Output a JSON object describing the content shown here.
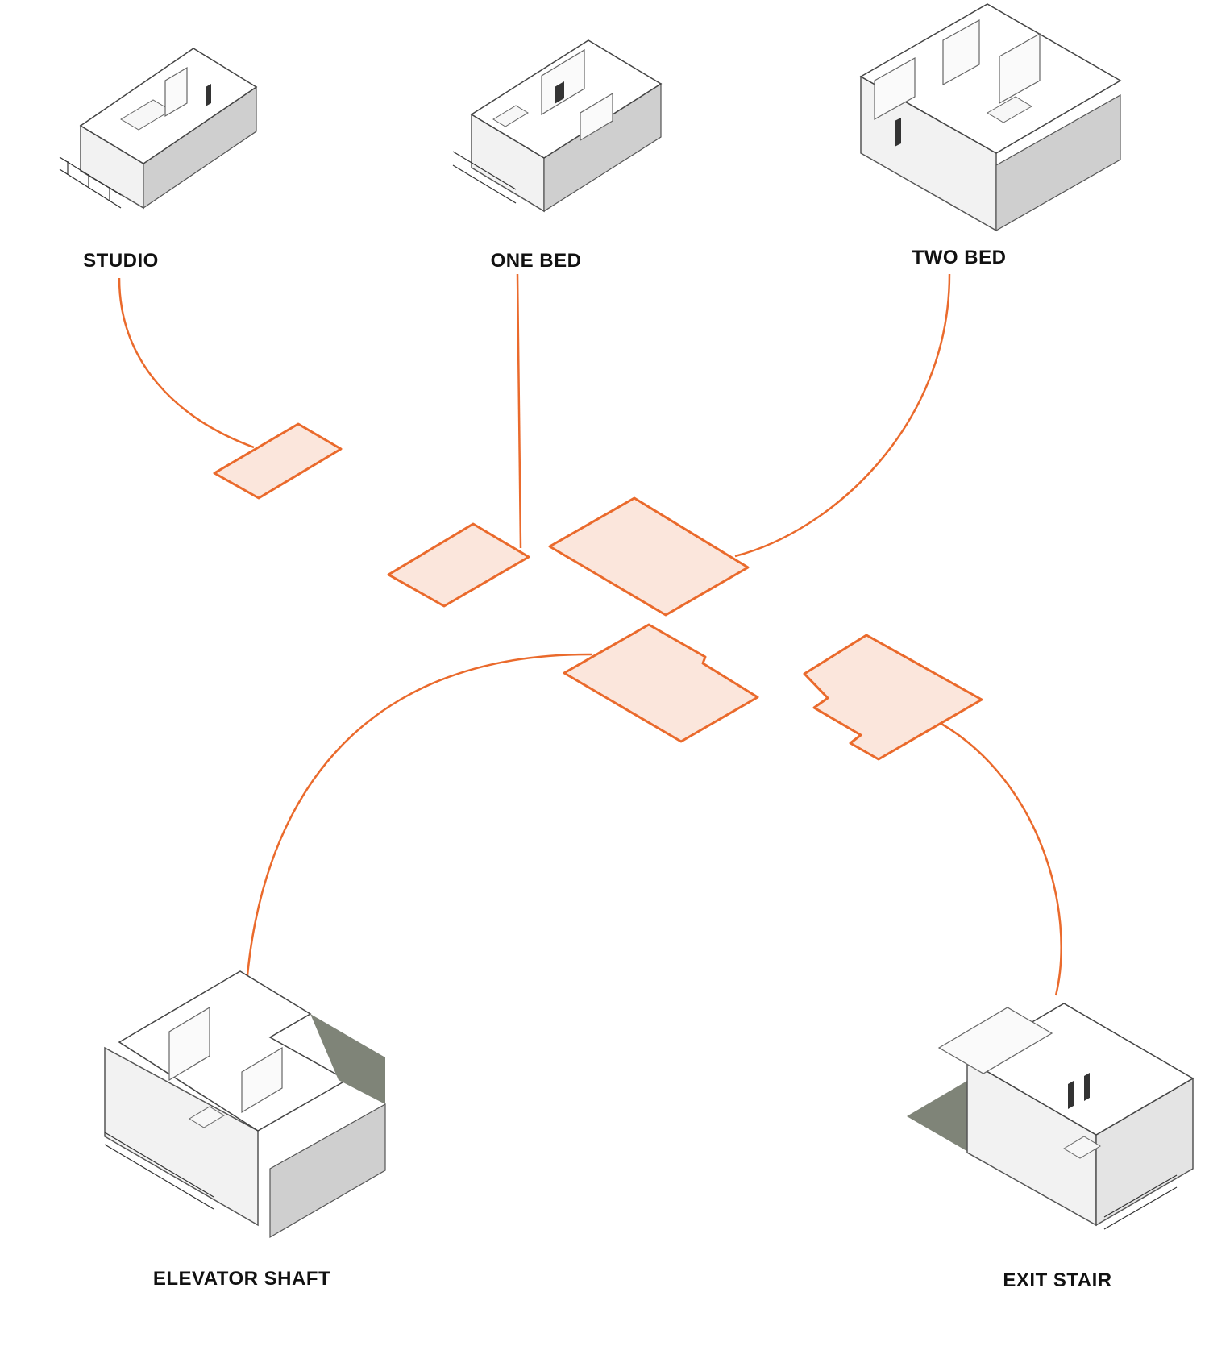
{
  "colors": {
    "accent": "#ea6a2c",
    "plate_fill": "#fbe6dc",
    "label": "#111111"
  },
  "units": {
    "studio": {
      "label": "STUDIO"
    },
    "one_bed": {
      "label": "ONE BED"
    },
    "two_bed": {
      "label": "TWO BED"
    },
    "elevator_shaft": {
      "label": "ELEVATOR SHAFT"
    },
    "exit_stair": {
      "label": "EXIT STAIR"
    }
  }
}
